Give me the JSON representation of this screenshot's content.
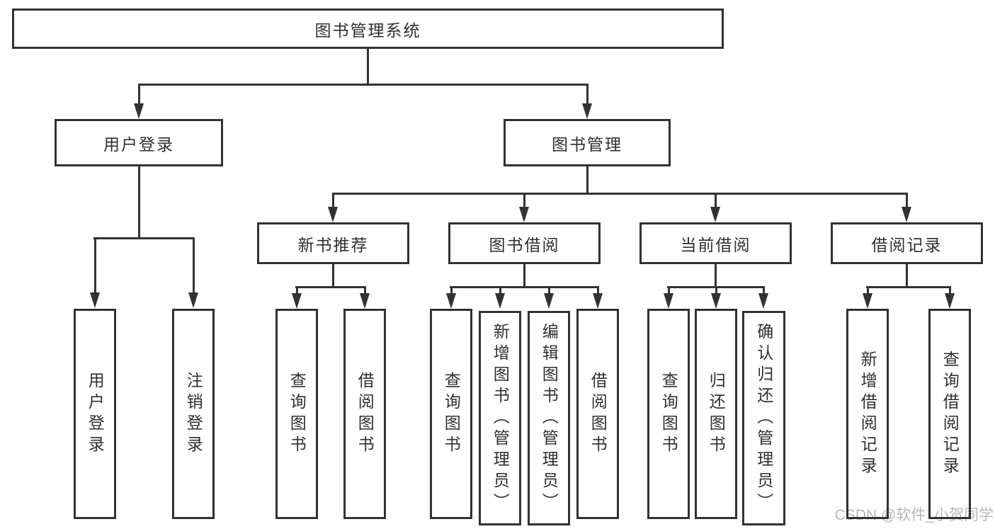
{
  "colors": {
    "line": "#323232",
    "text": "#2f2f2f",
    "watermark": "#b7b7bb",
    "background": "#ffffff"
  },
  "watermark": {
    "text": "CSDN @软件_小贺同学"
  },
  "tree": {
    "root": {
      "label": "图书管理系统"
    },
    "level2": [
      {
        "label": "用户登录"
      },
      {
        "label": "图书管理"
      }
    ],
    "level3": [
      {
        "label": "新书推荐"
      },
      {
        "label": "图书借阅"
      },
      {
        "label": "当前借阅"
      },
      {
        "label": "借阅记录"
      }
    ],
    "leaves": {
      "user_login": [
        {
          "label": "用户登录"
        },
        {
          "label": "注销登录"
        }
      ],
      "new_book_recommend": [
        {
          "label": "查询图书"
        },
        {
          "label": "借阅图书"
        }
      ],
      "book_borrowing": [
        {
          "label": "查询图书"
        },
        {
          "label": "新增图书（管理员）"
        },
        {
          "label": "编辑图书（管理员）"
        },
        {
          "label": "借阅图书"
        }
      ],
      "current_borrowing": [
        {
          "label": "查询图书"
        },
        {
          "label": "归还图书"
        },
        {
          "label": "确认归还（管理员）"
        }
      ],
      "borrowing_records": [
        {
          "label": "新增借阅记录"
        },
        {
          "label": "查询借阅记录"
        }
      ]
    }
  }
}
